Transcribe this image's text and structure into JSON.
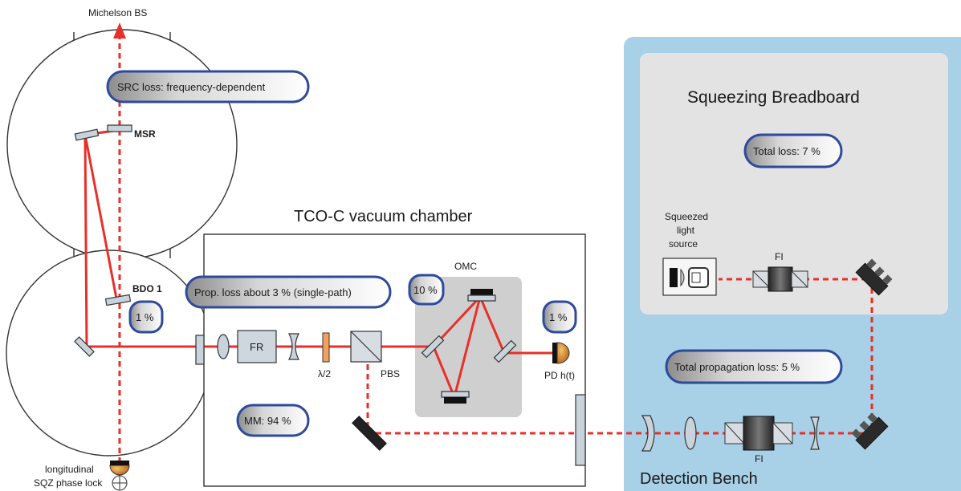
{
  "labels": {
    "michelson_bs": "Michelson BS",
    "msr": "MSR",
    "bdo1": "BDO 1",
    "fr": "FR",
    "half_wave": "λ/2",
    "pbs": "PBS",
    "omc": "OMC",
    "pd": "PD h(t)",
    "longitudinal": "longitudinal",
    "sqz_phase_lock": "SQZ phase lock",
    "fi_breadboard": "FI",
    "fi_bench": "FI",
    "squeezed_line1": "Squeezed",
    "squeezed_line2": "light",
    "squeezed_line3": "source"
  },
  "titles": {
    "chamber": "TCO-C vacuum chamber",
    "breadboard": "Squeezing Breadboard",
    "bench": "Detection Bench"
  },
  "pills": {
    "src_loss": "SRC loss: frequency-dependent",
    "prop_loss": "Prop. loss about 3 % (single-path)",
    "bdo_loss": "1 %",
    "omc_loss": "10 %",
    "pd_loss": "1 %",
    "mm": "MM: 94 %",
    "total_loss": "Total loss: 7 %",
    "total_prop": "Total propagation  loss: 5 %"
  },
  "colors": {
    "beam": "#e8302a",
    "bench_bg": "#a8d0e6",
    "breadboard_bg": "#e3e3e3",
    "omc_bg": "#cfcfcf",
    "pill_border": "#2e4a9b"
  }
}
